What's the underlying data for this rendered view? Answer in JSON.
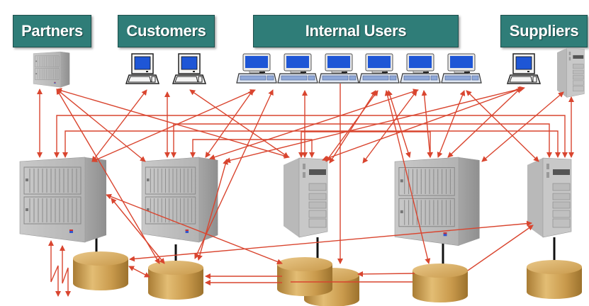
{
  "groups": [
    {
      "id": "partners",
      "label": "Partners"
    },
    {
      "id": "customers",
      "label": "Customers"
    },
    {
      "id": "internal-users",
      "label": "Internal Users"
    },
    {
      "id": "suppliers",
      "label": "Suppliers"
    }
  ],
  "colors": {
    "label_bg": "#2f7d78",
    "arrow": "#d9452f",
    "screen": "#1e56d6",
    "disk": "#d4a85c",
    "server": "#b5b5b5"
  },
  "nodes": {
    "user_devices": {
      "partners": [
        "mainframe-server"
      ],
      "customers": [
        "workstation",
        "workstation"
      ],
      "internal_users": [
        "workstation",
        "workstation",
        "workstation",
        "workstation",
        "workstation",
        "workstation"
      ],
      "suppliers": [
        "workstation",
        "tower-server"
      ]
    },
    "backend_servers": [
      "mainframe-server",
      "mainframe-server",
      "tower-server",
      "mainframe-server",
      "tower-server"
    ],
    "databases": 6
  }
}
